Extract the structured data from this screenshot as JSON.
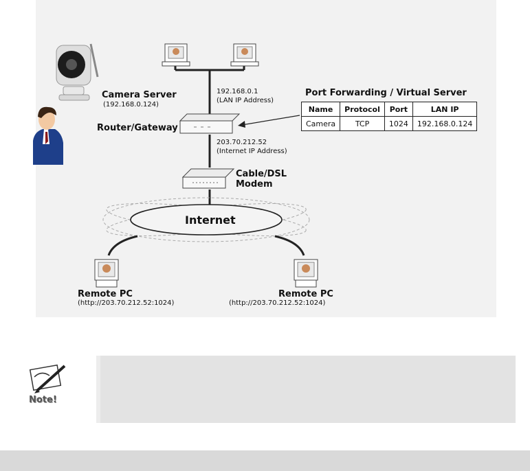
{
  "diagram": {
    "camera_server": {
      "label": "Camera Server",
      "ip": "(192.168.0.124)"
    },
    "router": {
      "label": "Router/Gateway",
      "lan_ip": "192.168.0.1",
      "lan_ip_caption": "(LAN IP Address)"
    },
    "modem": {
      "label_line1": "Cable/DSL",
      "label_line2": "Modem",
      "wan_ip": "203.70.212.52",
      "wan_ip_caption": "(Internet IP Address)"
    },
    "internet": {
      "label": "Internet"
    },
    "remote_pc_left": {
      "label": "Remote PC",
      "url": "(http://203.70.212.52:1024)"
    },
    "remote_pc_right": {
      "label": "Remote PC",
      "url": "(http://203.70.212.52:1024)"
    },
    "port_forwarding": {
      "title": "Port Forwarding / Virtual Server",
      "headers": [
        "Name",
        "Protocol",
        "Port",
        "LAN IP"
      ],
      "row": [
        "Camera",
        "TCP",
        "1024",
        "192.168.0.124"
      ]
    }
  },
  "note": {
    "icon_label": "Note!",
    "text": ""
  },
  "colors": {
    "panel": "#f2f2f2",
    "note_box": "#e3e3e3",
    "footer": "#d9d9d9"
  }
}
